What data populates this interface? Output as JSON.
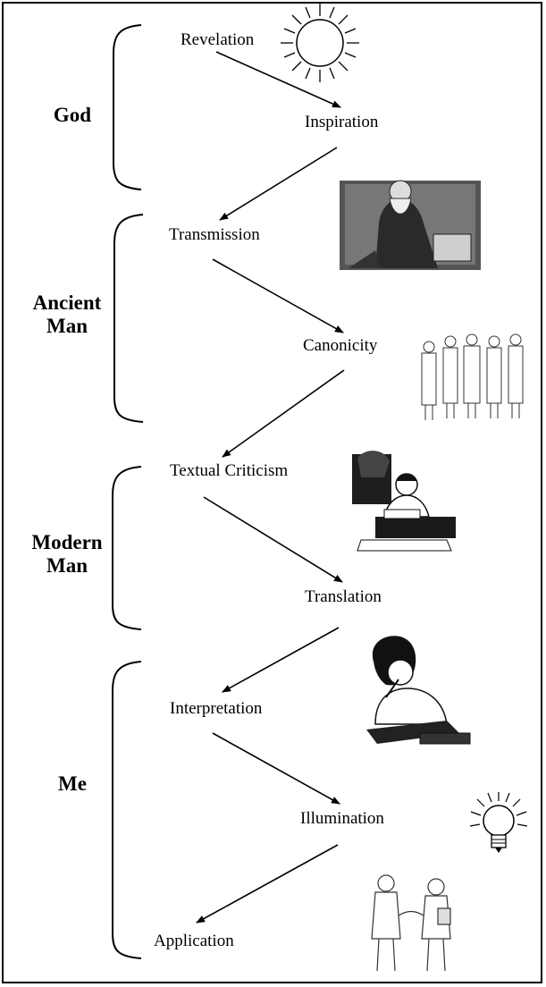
{
  "groups": [
    {
      "label": "God"
    },
    {
      "label": "Ancient\nMan"
    },
    {
      "label": "Modern\nMan"
    },
    {
      "label": "Me"
    }
  ],
  "steps": [
    "Revelation",
    "Inspiration",
    "Transmission",
    "Canonicity",
    "Textual Criticism",
    "Translation",
    "Interpretation",
    "Illumination",
    "Application"
  ],
  "illustrations": [
    {
      "name": "sun-icon"
    },
    {
      "name": "ancient-scribe-illustration"
    },
    {
      "name": "group-of-men-illustration"
    },
    {
      "name": "scholar-at-desk-illustration"
    },
    {
      "name": "reading-woman-illustration"
    },
    {
      "name": "lightbulb-icon"
    },
    {
      "name": "handshake-illustration"
    }
  ],
  "colors": {
    "ink": "#000000",
    "background": "#ffffff"
  }
}
